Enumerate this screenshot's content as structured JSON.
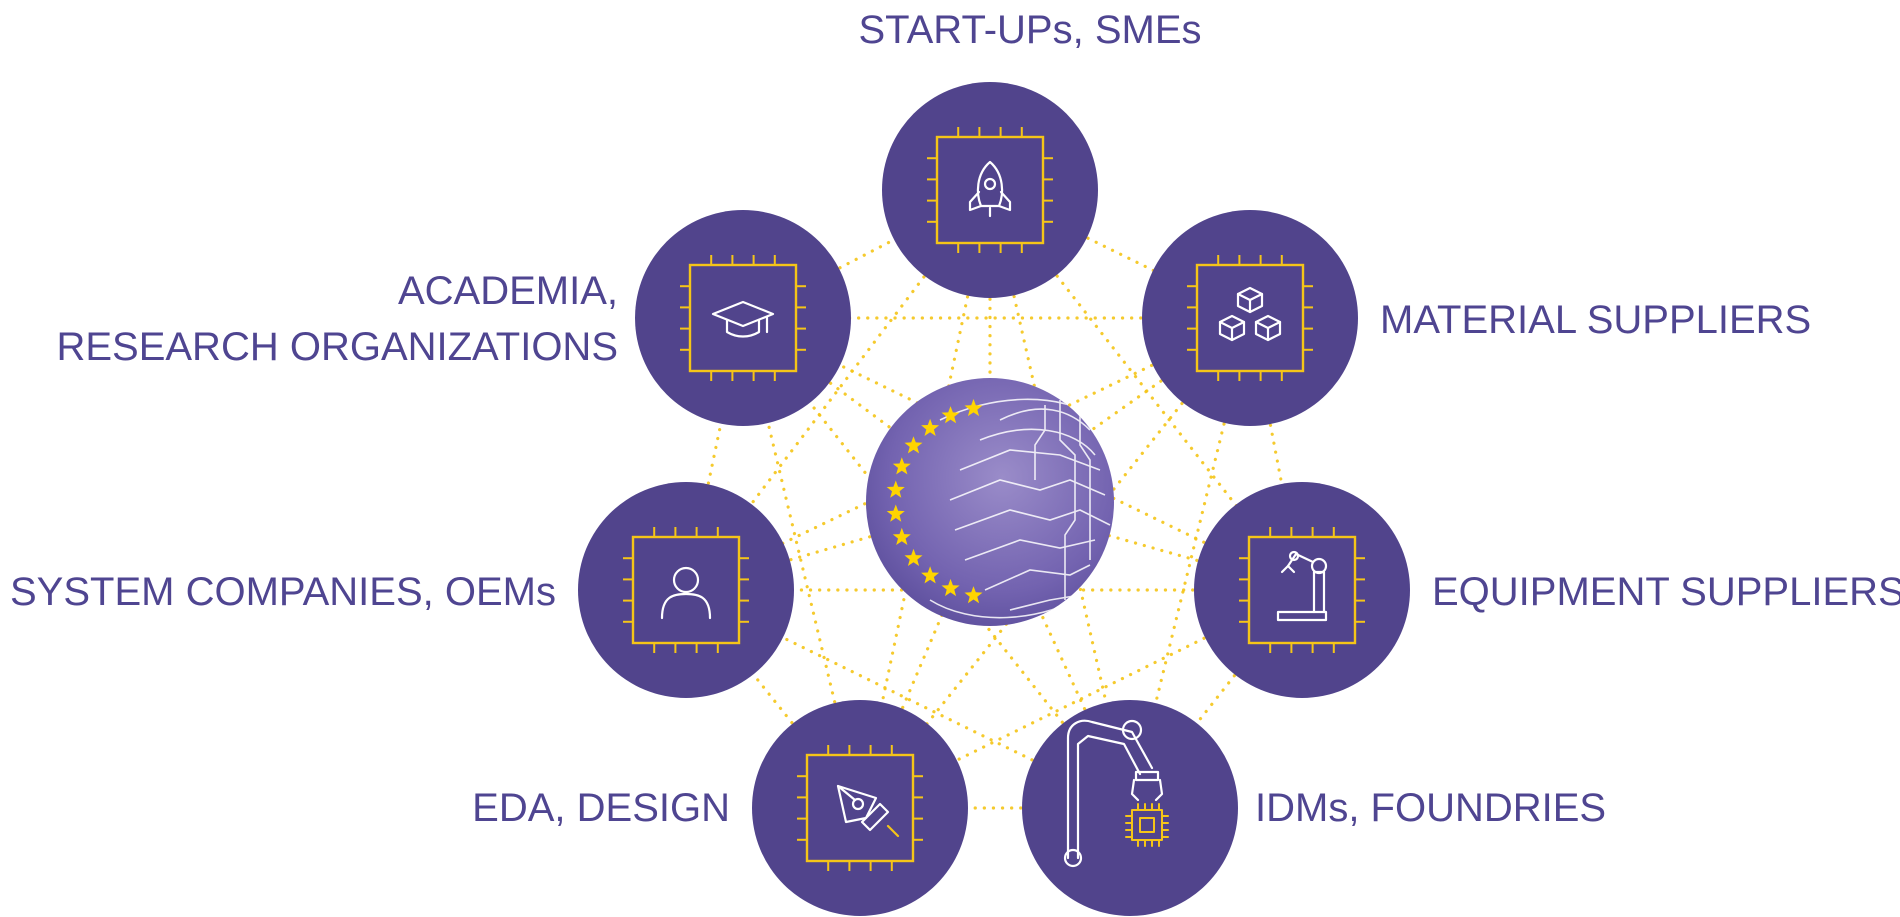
{
  "colors": {
    "node": "#51448c",
    "accent": "#f5c518",
    "label": "#4f4591",
    "icon": "#ffffff"
  },
  "nodes": [
    {
      "id": "startups",
      "icon": "rocket-icon",
      "label_lines": [
        "START-UPs, SMEs"
      ]
    },
    {
      "id": "materials",
      "icon": "cubes-icon",
      "label_lines": [
        "MATERIAL SUPPLIERS"
      ]
    },
    {
      "id": "equipment",
      "icon": "robot-arm-icon",
      "label_lines": [
        "EQUIPMENT SUPPLIERS"
      ]
    },
    {
      "id": "idm",
      "icon": "industrial-robot-icon",
      "label_lines": [
        "IDMs, FOUNDRIES"
      ]
    },
    {
      "id": "eda",
      "icon": "pen-nib-icon",
      "label_lines": [
        "EDA, DESIGN"
      ]
    },
    {
      "id": "system",
      "icon": "person-icon",
      "label_lines": [
        "SYSTEM COMPANIES, OEMs"
      ]
    },
    {
      "id": "academia",
      "icon": "graduation-cap-icon",
      "label_lines": [
        "ACADEMIA,",
        "RESEARCH ORGANIZATIONS"
      ]
    }
  ],
  "center": {
    "icon": "eu-globe-circuit-icon",
    "stars": 12
  }
}
